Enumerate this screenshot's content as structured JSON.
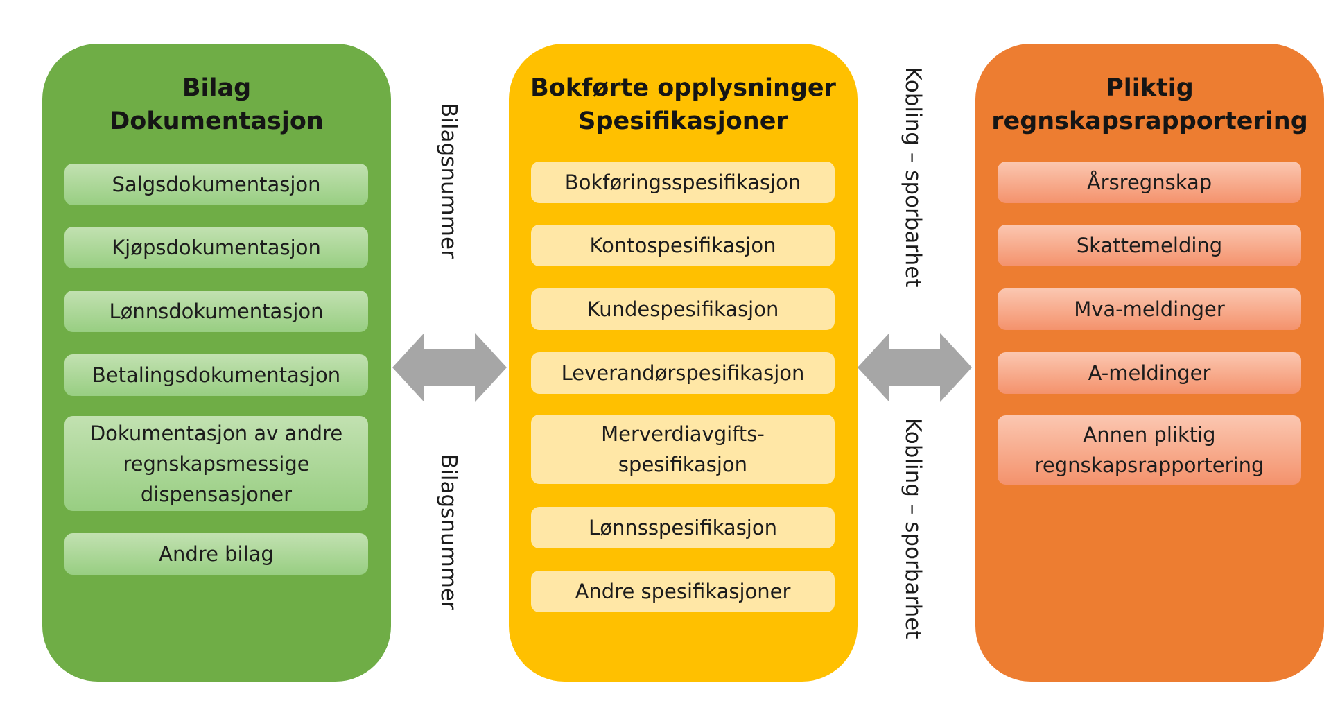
{
  "colors": {
    "green": "#6fad46",
    "yellow": "#ffc000",
    "orange": "#ed7d31",
    "arrow": "#a6a6a6"
  },
  "panels": [
    {
      "title": [
        "Bilag",
        "Dokumentasjon"
      ],
      "items": [
        "Salgsdokumentasjon",
        "Kjøpsdokumentasjon",
        "Lønnsdokumentasjon",
        "Betalingsdokumentasjon",
        "Dokumentasjon av andre regnskapsmessige dispensasjoner",
        "Andre bilag"
      ]
    },
    {
      "title": [
        "Bokførte opplysninger",
        "Spesifikasjoner"
      ],
      "items": [
        "Bokføringsspesifikasjon",
        "Kontospesifikasjon",
        "Kundespesifikasjon",
        "Leverandørspesifikasjon",
        "Merverdiavgifts-spesifikasjon",
        "Lønnsspesifikasjon",
        "Andre spesifikasjoner"
      ]
    },
    {
      "title": [
        "Pliktig",
        "regnskapsrapportering"
      ],
      "items": [
        "Årsregnskap",
        "Skattemelding",
        "Mva-meldinger",
        "A-meldinger",
        "Annen pliktig regnskapsrapportering"
      ]
    }
  ],
  "connectors": {
    "left": {
      "top_label": "Bilagsnummer",
      "bottom_label": "Bilagsnummer"
    },
    "right": {
      "top_label": "Kobling – sporbarhet",
      "bottom_label": "Kobling – sporbarhet"
    }
  }
}
